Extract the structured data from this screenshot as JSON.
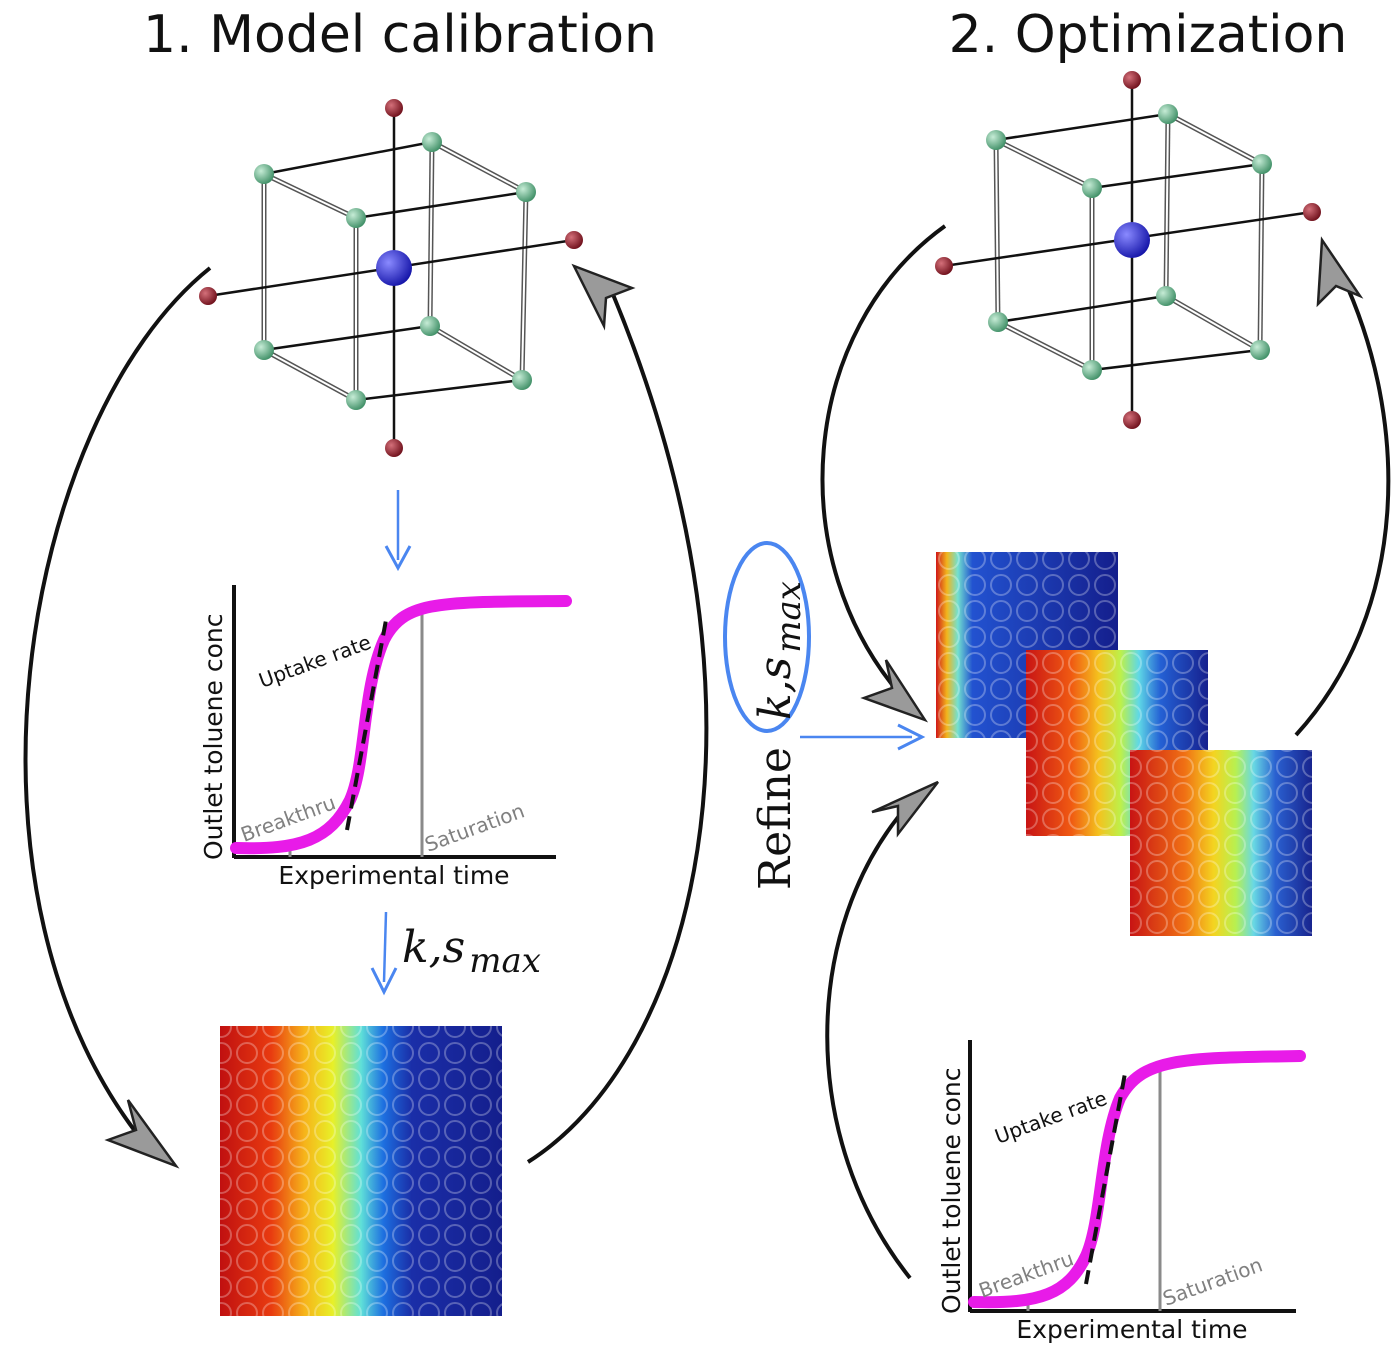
{
  "titles": {
    "calibration": "1. Model calibration",
    "optimization": "2. Optimization"
  },
  "chart_labels": {
    "ylabel": "Outlet toluene conc",
    "xlabel": "Experimental time",
    "uptake": "Uptake rate",
    "breakthru": "Breakthru",
    "saturation": "Saturation"
  },
  "params": {
    "k": "k",
    "comma": ",",
    "s": "s",
    "sub": "max"
  },
  "refine_label": "Refine",
  "colors": {
    "curve": "#e81be8",
    "arrow_blue": "#4a86f0",
    "node_green": "#5fae86",
    "node_red": "#8e1f2a",
    "node_blue": "#2a2ad8",
    "arrow_head": "#9a9a9a"
  },
  "icons": [
    "experimental-design-cube-icon",
    "concentration-heatmap-icon"
  ]
}
